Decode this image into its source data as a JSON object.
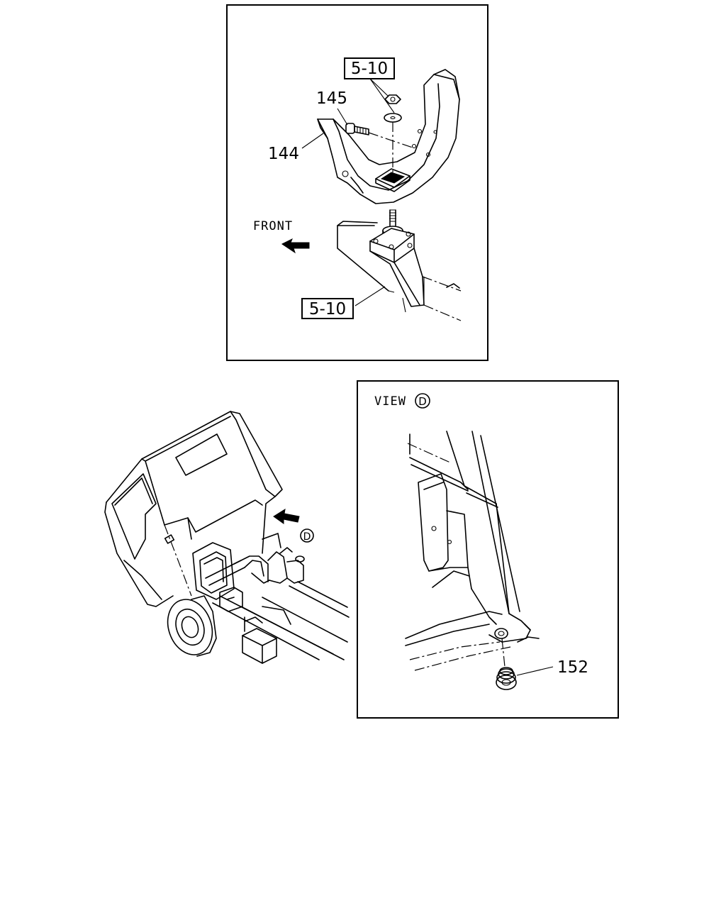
{
  "top_panel": {
    "ref_top": "5-10",
    "callout_145": "145",
    "callout_144": "144",
    "front_label": "FRONT",
    "ref_bottom": "5-10"
  },
  "truck_view": {
    "view_marker": "D"
  },
  "detail_panel": {
    "view_label": "VIEW",
    "view_marker": "D",
    "callout_152": "152"
  }
}
